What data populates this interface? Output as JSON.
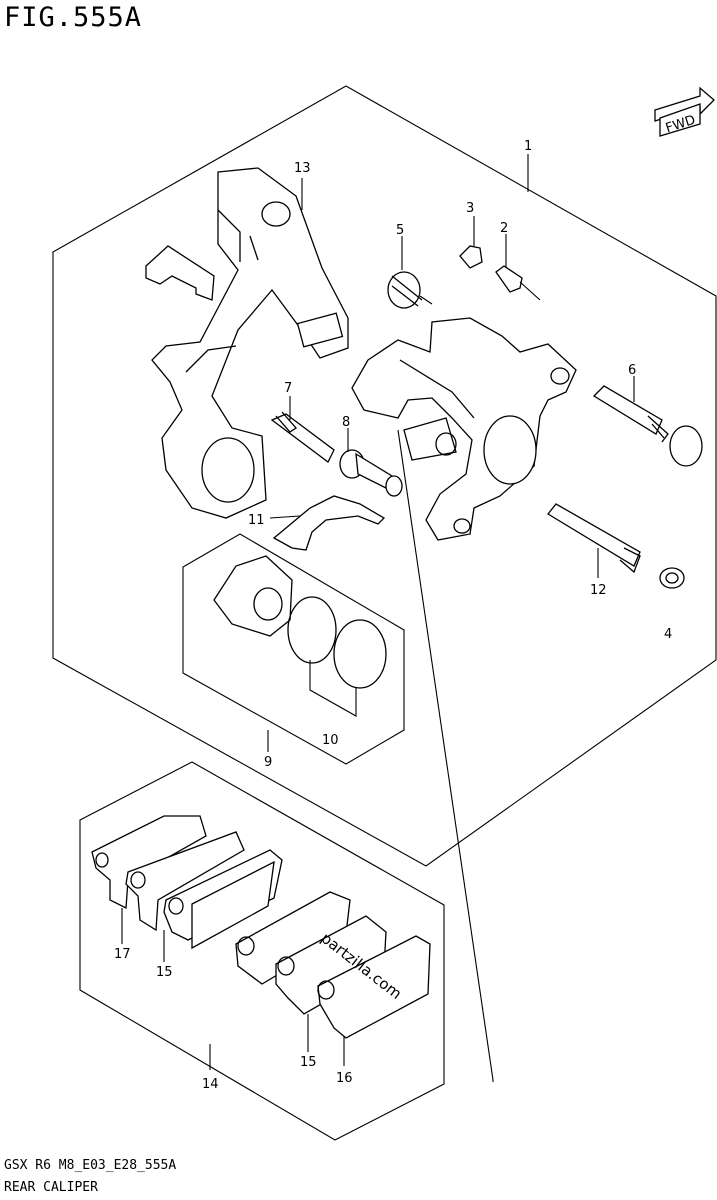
{
  "figure": {
    "title": "FIG.555A",
    "model_code": "GSX R6 M8_E03_E28_555A",
    "caption": "REAR CALIPER",
    "watermark": "partzilla.com",
    "fwd_label": "FWD"
  },
  "callouts": [
    {
      "id": "1",
      "label": "1"
    },
    {
      "id": "2",
      "label": "2"
    },
    {
      "id": "3",
      "label": "3"
    },
    {
      "id": "4",
      "label": "4"
    },
    {
      "id": "5",
      "label": "5"
    },
    {
      "id": "6",
      "label": "6"
    },
    {
      "id": "7",
      "label": "7"
    },
    {
      "id": "8",
      "label": "8"
    },
    {
      "id": "9",
      "label": "9"
    },
    {
      "id": "10",
      "label": "10"
    },
    {
      "id": "11",
      "label": "11"
    },
    {
      "id": "12",
      "label": "12"
    },
    {
      "id": "13",
      "label": "13"
    },
    {
      "id": "14",
      "label": "14"
    },
    {
      "id": "15a",
      "label": "15"
    },
    {
      "id": "15b",
      "label": "15"
    },
    {
      "id": "16",
      "label": "16"
    },
    {
      "id": "17",
      "label": "17"
    }
  ]
}
